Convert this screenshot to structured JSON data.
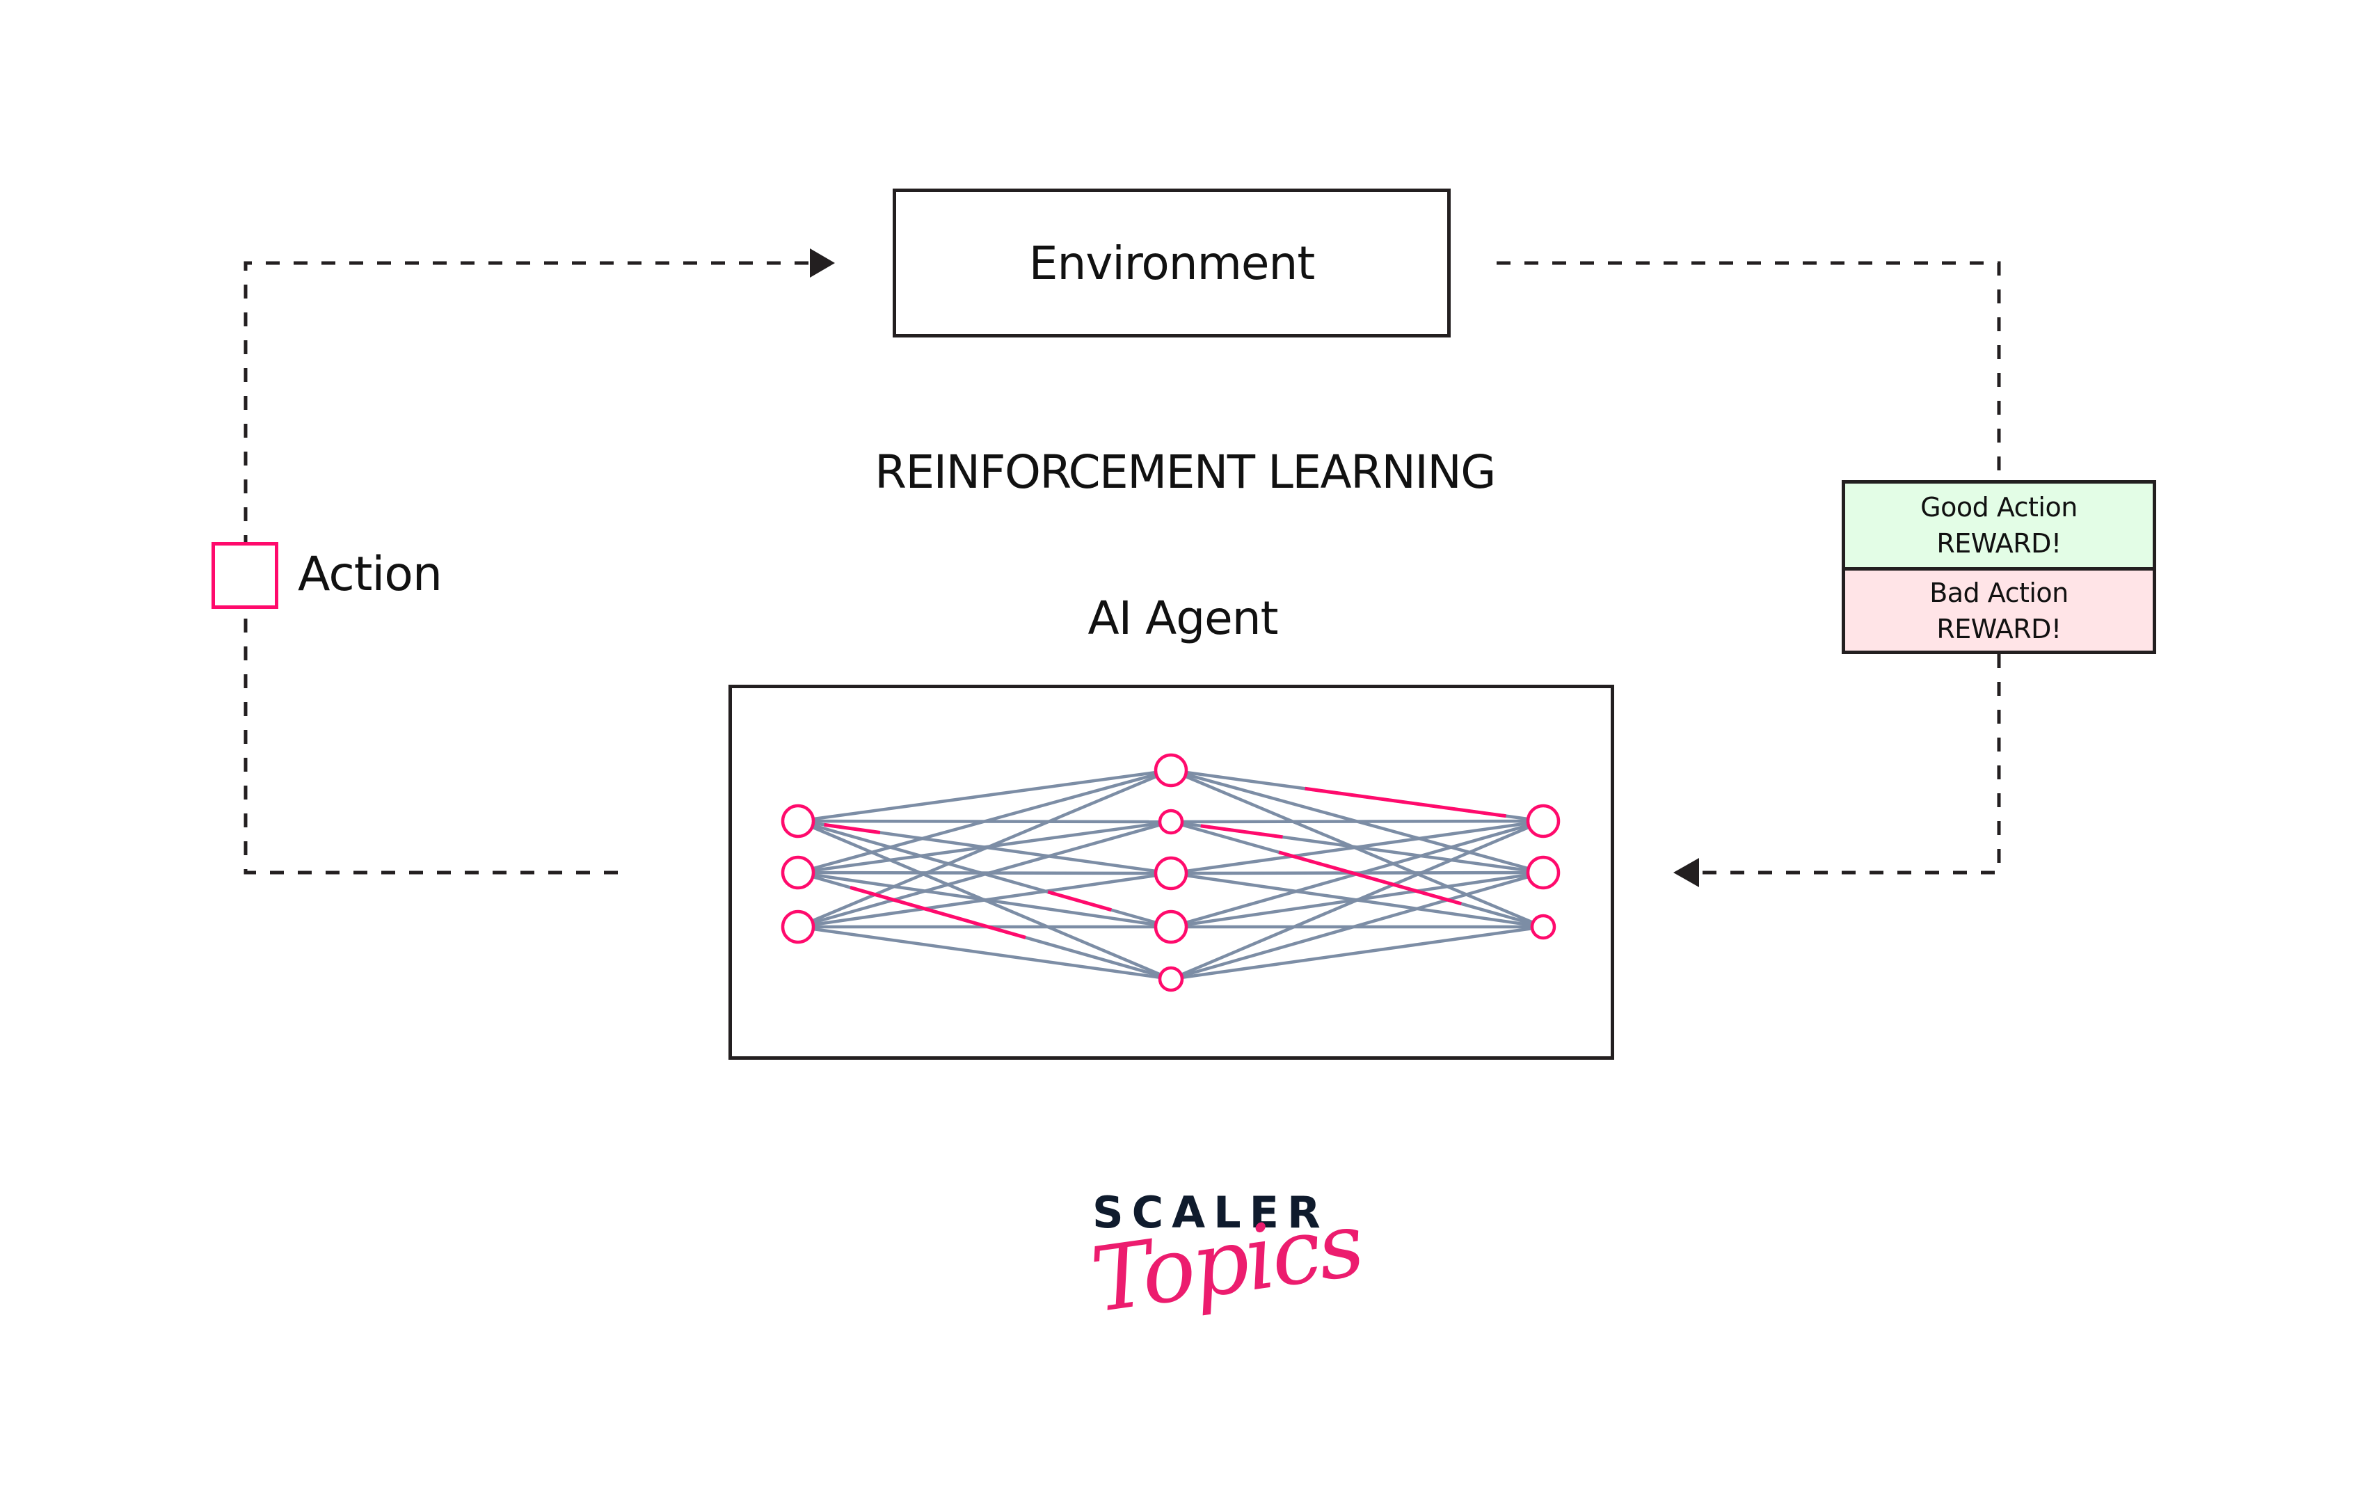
{
  "diagram": {
    "title": "REINFORCEMENT LEARNING",
    "environment": {
      "label": "Environment"
    },
    "agent": {
      "label": "AI Agent"
    },
    "action": {
      "label": "Action",
      "marker_color": "#ff0a6c"
    },
    "reward": {
      "good": {
        "line1": "Good Action",
        "line2": "REWARD!",
        "color": "#e3fde6"
      },
      "bad": {
        "line1": "Bad Action",
        "line2": "REWARD!",
        "color": "#ffe4e7"
      }
    },
    "flow": [
      {
        "from": "AI Agent",
        "to": "Environment",
        "via": "Action",
        "direction": "left loop, arrow into Environment"
      },
      {
        "from": "Environment",
        "to": "AI Agent",
        "via": "Reward",
        "direction": "right loop, arrow into AI Agent"
      }
    ],
    "network": {
      "layers": [
        {
          "name": "input",
          "nodes": [
            {
              "size": "large"
            },
            {
              "size": "large"
            },
            {
              "size": "large"
            }
          ]
        },
        {
          "name": "hidden",
          "nodes": [
            {
              "size": "large"
            },
            {
              "size": "small"
            },
            {
              "size": "large"
            },
            {
              "size": "large"
            },
            {
              "size": "small"
            }
          ]
        },
        {
          "name": "output",
          "nodes": [
            {
              "size": "large"
            },
            {
              "size": "large"
            },
            {
              "size": "small"
            }
          ]
        }
      ],
      "connectivity": "fully-connected",
      "highlighted_edges": [
        {
          "from": "input-0",
          "to": "hidden-2"
        },
        {
          "from": "input-0",
          "to": "hidden-3"
        },
        {
          "from": "input-1",
          "to": "hidden-4"
        },
        {
          "from": "hidden-0",
          "to": "output-0"
        },
        {
          "from": "hidden-1",
          "to": "output-1"
        },
        {
          "from": "hidden-1",
          "to": "output-2"
        }
      ],
      "colors": {
        "node": "#ff0a6c",
        "edge": "#7c8da5",
        "highlight": "#ff0a6c"
      }
    }
  },
  "logo": {
    "brand": "SCALER",
    "product": "Topics",
    "brand_color": "#0f1b2d",
    "product_color": "#ec1c6e"
  }
}
